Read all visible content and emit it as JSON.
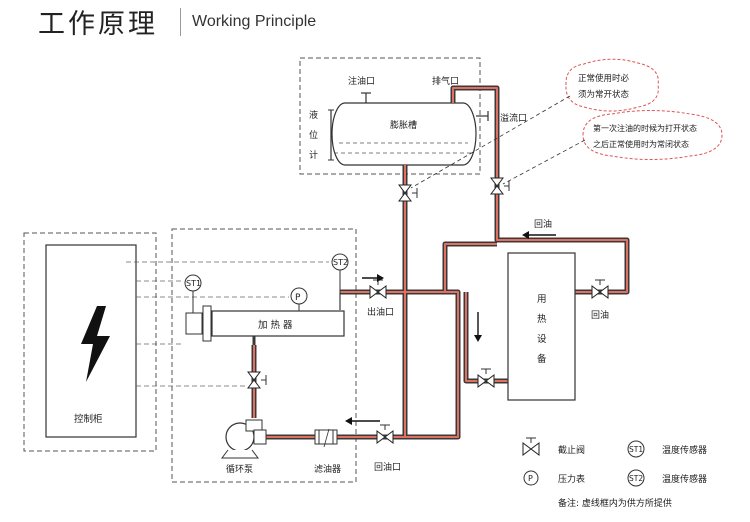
{
  "header": {
    "title_cn": "工作原理",
    "title_en": "Working Principle"
  },
  "tank": {
    "label": "膨胀槽",
    "fill_port": "注油口",
    "vent_port": "排气口",
    "overflow_port": "溢流口",
    "level_gauge": [
      "液",
      "位",
      "计"
    ]
  },
  "callouts": {
    "normally_open": [
      "正常使用时必",
      "须为常开状态"
    ],
    "first_fill": [
      "第一次注油的时候为打开状态",
      "之后正常使用时为常闭状态"
    ]
  },
  "control_cabinet": "控制柜",
  "heater": "加 热 器",
  "sensors": {
    "st1": "ST1",
    "st2": "ST2",
    "p": "P"
  },
  "pump": "循环泵",
  "filter": "滤油器",
  "outlet": "出油口",
  "return_bottom": "回油口",
  "return_right": "回油",
  "return_top": "回油",
  "equipment": [
    "用",
    "热",
    "设",
    "备"
  ],
  "legend": {
    "valve": "截止阀",
    "pressure": "压力表",
    "temp1": "温度传感器",
    "temp2": "温度传感器",
    "p_symbol": "P",
    "st1_symbol": "ST1",
    "st2_symbol": "ST2",
    "note": "备注: 虚线框内为供方所提供"
  }
}
